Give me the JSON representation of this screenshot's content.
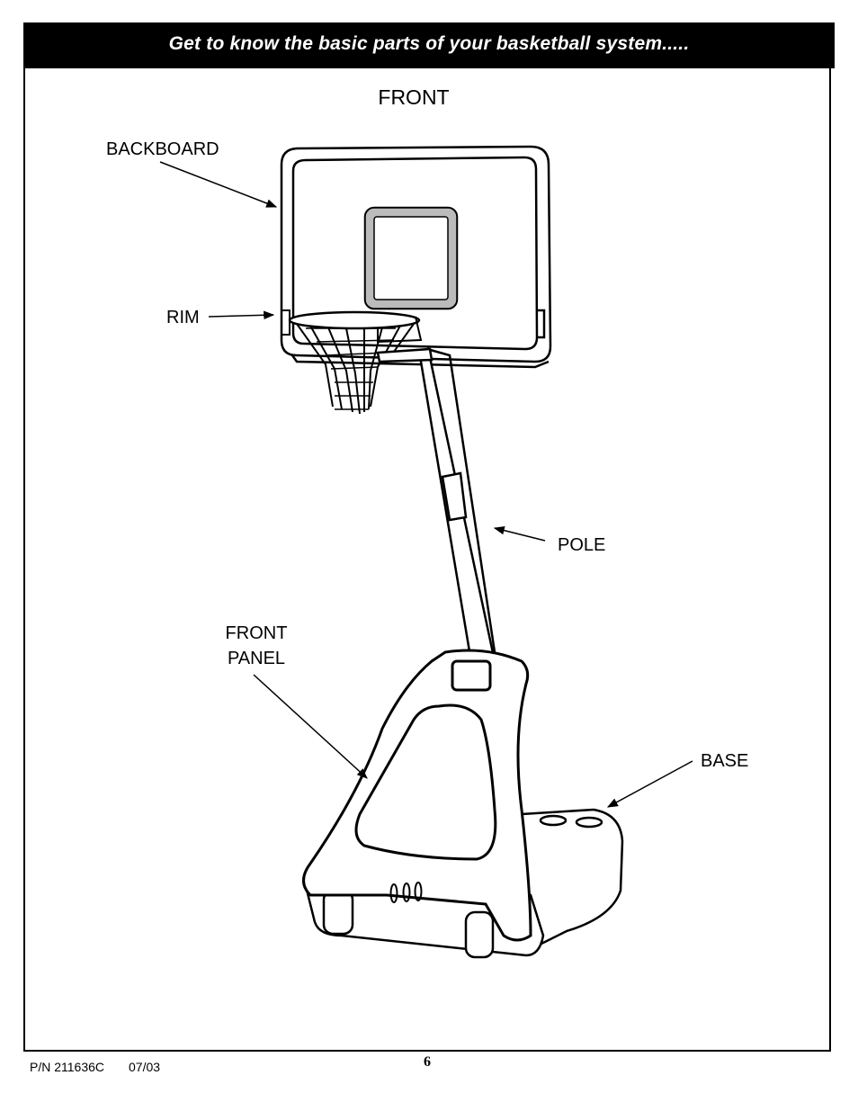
{
  "header": {
    "title": "Get to know the basic parts of your basketball system....."
  },
  "view_title": "FRONT",
  "labels": {
    "backboard": "BACKBOARD",
    "rim": "RIM",
    "pole": "POLE",
    "front_panel": "FRONT PANEL",
    "base": "BASE"
  },
  "footer": {
    "part_number": "P/N 211636C",
    "date": "07/03",
    "page_number": "6"
  }
}
